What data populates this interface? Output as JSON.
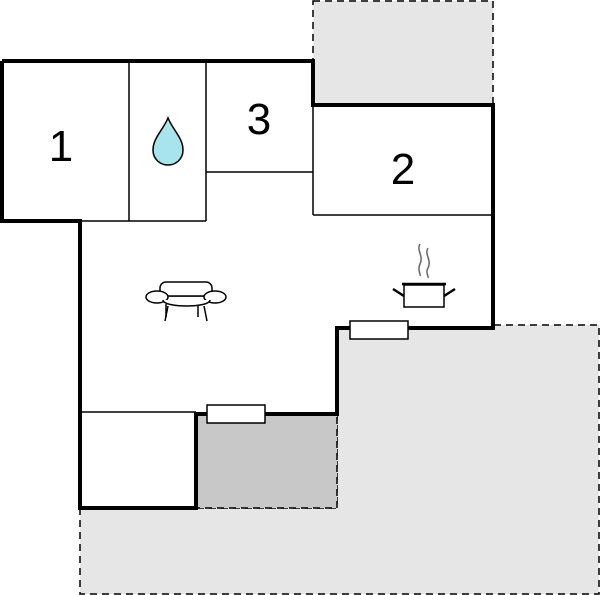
{
  "floorplan": {
    "rooms": [
      {
        "id": "bedroom-1",
        "label": "1"
      },
      {
        "id": "bedroom-2",
        "label": "2"
      },
      {
        "id": "bedroom-3",
        "label": "3"
      }
    ],
    "icons": {
      "bathroom": "water-drop-icon",
      "living": "sofa-icon",
      "kitchen": "cooking-pot-icon"
    },
    "colors": {
      "terrace_light": "#e6e6e6",
      "terrace_dark": "#c8c8c8",
      "water_drop": "#a8e4ee",
      "wall": "#000000"
    }
  }
}
